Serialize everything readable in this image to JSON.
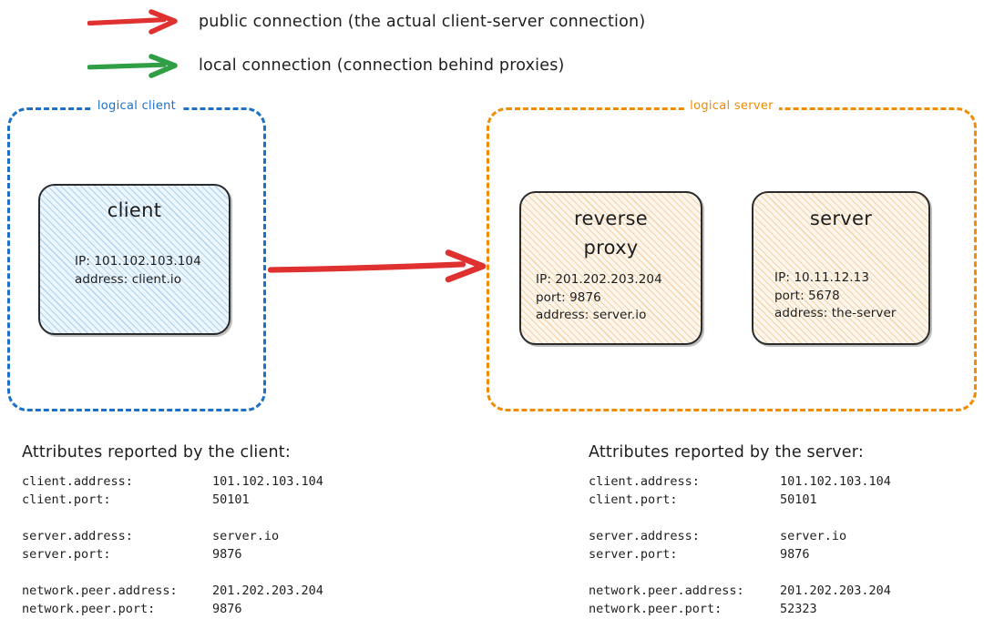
{
  "colors": {
    "public_arrow": "#e03131",
    "local_arrow": "#2f9e44",
    "logical_client_border": "#1c71c7",
    "logical_server_border": "#f08c00",
    "node_border": "#2b2b2b",
    "client_fill": "#eef6fd",
    "server_fill": "#fdf6ec",
    "text": "#1e1e1e"
  },
  "legend": {
    "items": [
      {
        "arrow_icon": "red-arrow-icon",
        "color": "#e03131",
        "label": "public connection (the actual client-server connection)"
      },
      {
        "arrow_icon": "green-arrow-icon",
        "color": "#2f9e44",
        "label": "local connection (connection behind proxies)"
      }
    ]
  },
  "diagram": {
    "logical_client": {
      "title": "logical client",
      "node": {
        "title": "client",
        "lines": [
          "IP: 101.102.103.104",
          "address: client.io"
        ]
      }
    },
    "logical_server": {
      "title": "logical server",
      "nodes": [
        {
          "title": "reverse proxy",
          "title_line1": "reverse",
          "title_line2": "proxy",
          "lines": [
            "IP: 201.202.203.204",
            "port: 9876",
            "address: server.io"
          ]
        },
        {
          "title": "server",
          "lines": [
            "IP: 10.11.12.13",
            "port: 5678",
            "address: the-server"
          ]
        }
      ]
    },
    "main_connection": {
      "icon": "red-arrow-icon",
      "kind": "public connection",
      "color": "#e03131"
    }
  },
  "attributes": {
    "client_panel": {
      "heading": "Attributes reported by the client:",
      "groups": [
        {
          "rows": [
            {
              "key": "client.address:",
              "value": "101.102.103.104"
            },
            {
              "key": "client.port:",
              "value": "50101"
            }
          ]
        },
        {
          "rows": [
            {
              "key": "server.address:",
              "value": "server.io"
            },
            {
              "key": "server.port:",
              "value": "9876"
            }
          ]
        },
        {
          "rows": [
            {
              "key": "network.peer.address:",
              "value": "201.202.203.204"
            },
            {
              "key": "network.peer.port:",
              "value": "9876"
            }
          ]
        }
      ]
    },
    "server_panel": {
      "heading": "Attributes reported by the server:",
      "groups": [
        {
          "rows": [
            {
              "key": "client.address:",
              "value": "101.102.103.104"
            },
            {
              "key": "client.port:",
              "value": "50101"
            }
          ]
        },
        {
          "rows": [
            {
              "key": "server.address:",
              "value": "server.io"
            },
            {
              "key": "server.port:",
              "value": "9876"
            }
          ]
        },
        {
          "rows": [
            {
              "key": "network.peer.address:",
              "value": "201.202.203.204"
            },
            {
              "key": "network.peer.port:",
              "value": "52323"
            }
          ]
        }
      ]
    }
  }
}
